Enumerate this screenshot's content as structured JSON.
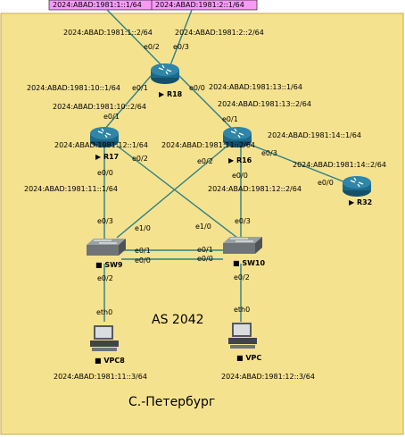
{
  "diagram": {
    "area_name": "AS 2042",
    "city": "С.-Петербург",
    "colors": {
      "area_fill": "#f5e28f",
      "area_border": "#c9a84a",
      "top_box": "#f69af6",
      "link": "#2e7f86",
      "router": "#1c6a8a",
      "switch": "#6f7477"
    },
    "devices": {
      "r18": "R18",
      "r17": "R17",
      "r16": "R16",
      "r32": "R32",
      "sw9": "SW9",
      "sw10": "SW10",
      "vpc8": "VPC8",
      "vpc": "VPC"
    },
    "interfaces": {
      "r18_e02": "e0/2",
      "r18_e03": "e0/3",
      "r18_e01": "e0/1",
      "r18_e00": "e0/0",
      "r17_e01": "e0/1",
      "r17_e02": "e0/2",
      "r17_e00": "e0/0",
      "r16_e01": "e0/1",
      "r16_e02": "e0/2",
      "r16_e03": "e0/3",
      "r16_e00": "e0/0",
      "r32_e00": "e0/0",
      "sw9_e03": "e0/3",
      "sw9_e10": "e1/0",
      "sw9_e01": "e0/1",
      "sw9_e00": "e0/0",
      "sw9_e02": "e0/2",
      "sw10_e10": "e1/0",
      "sw10_e03": "e0/3",
      "sw10_e01": "e0/1",
      "sw10_e00": "e0/0",
      "sw10_e02": "e0/2",
      "vpc8_eth0": "eth0",
      "vpc_eth0": "eth0"
    },
    "addresses": {
      "top1": "2024:ABAD:1981:1::1/64",
      "top2": "2024:ABAD:1981:2::1/64",
      "r18_1": "2024:ABAD:1981:1::2/64",
      "r18_2": "2024:ABAD:1981:2::2/64",
      "r18_10": "2024:ABAD:1981:10::1/64",
      "r18_13": "2024:ABAD:1981:13::1/64",
      "r17_10": "2024:ABAD:1981:10::2/64",
      "r16_13": "2024:ABAD:1981:13::2/64",
      "r16_14": "2024:ABAD:1981:14::1/64",
      "r17_12": "2024:ABAD:1981:12::1/64",
      "r16_11": "2024:ABAD:1981:11::2/64",
      "r32_14": "2024:ABAD:1981:14::2/64",
      "r17_11": "2024:ABAD:1981:11::1/64",
      "r16_12": "2024:ABAD:1981:12::2/64",
      "vpc8_ip": "2024:ABAD:1981:11::3/64",
      "vpc_ip": "2024:ABAD:1981:12::3/64"
    }
  }
}
